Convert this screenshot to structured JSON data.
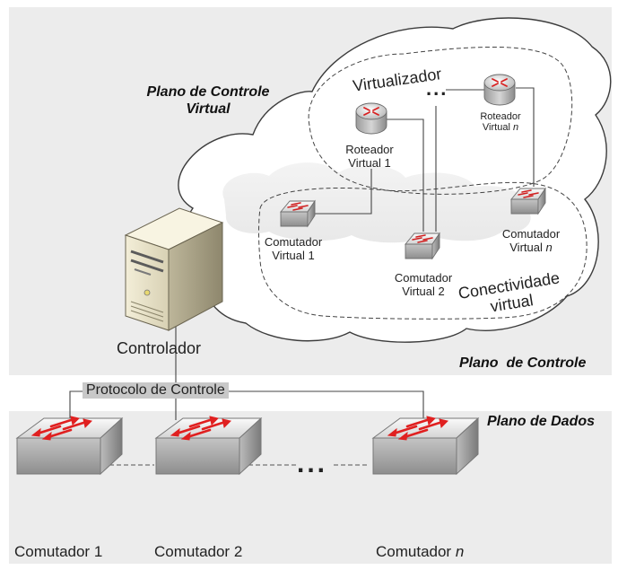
{
  "planes": {
    "controle_virtual_line1": "Plano de Controle",
    "controle_virtual_line2": "Virtual",
    "controle": "Plano  de Controle",
    "dados": "Plano de Dados"
  },
  "controlador": "Controlador",
  "protocolo": "Protocolo de Controle",
  "virtualizador": "Virtualizador",
  "conectividade_line1": "Conectividade",
  "conectividade_line2": "virtual",
  "ellipsis": "...",
  "routers": {
    "r1_line1": "Roteador",
    "r1_line2": "Virtual 1",
    "rn_line1": "Roteador",
    "rn_line2": "Virtual",
    "rn_n": "n"
  },
  "vswitches": {
    "v1_line1": "Comutador",
    "v1_line2": "Virtual 1",
    "v2_line1": "Comutador",
    "v2_line2": "Virtual 2",
    "vn_line1": "Comutador",
    "vn_line2": "Virtual",
    "vn_n": "n"
  },
  "switches": {
    "s1": "Comutador 1",
    "s2": "Comutador 2",
    "sn": "Comutador",
    "sn_n": "n"
  },
  "colors": {
    "control_band": "#ececec",
    "data_band": "#ececec",
    "cloud_fill": "#ffffff",
    "switch_body": "#d0d0d0",
    "arrow_red": "#e02020",
    "protocol_bg": "#c8c8c8"
  }
}
